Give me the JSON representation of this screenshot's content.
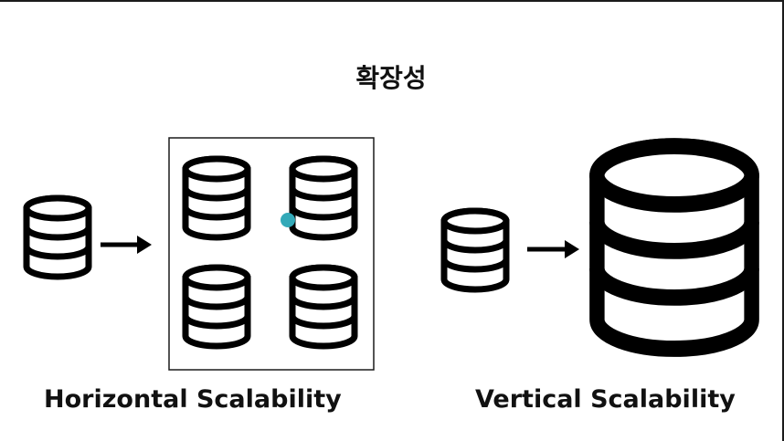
{
  "title": "확장성",
  "captions": {
    "horizontal": "Horizontal Scalability",
    "vertical": "Vertical Scalability"
  },
  "icons": {
    "database": "database-icon",
    "arrow": "arrow-right-icon"
  },
  "colors": {
    "ink": "#000000",
    "background": "#ffffff",
    "frame": "#1b1b1b",
    "cursor": "#33a9b8"
  }
}
